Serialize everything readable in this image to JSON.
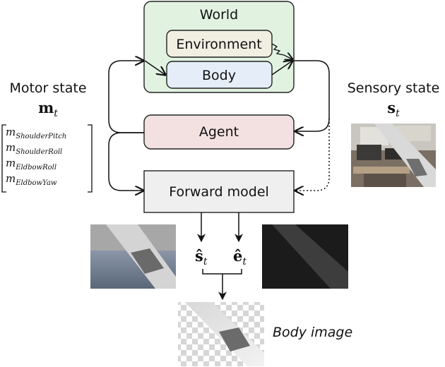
{
  "nodes": {
    "world": "World",
    "environment": "Environment",
    "body": "Body",
    "agent": "Agent",
    "forward_model": "Forward model"
  },
  "motor": {
    "title": "Motor state",
    "symbol_base": "m",
    "symbol_sub": "t",
    "components": [
      {
        "base": "m",
        "sub": "ShoulderPitch"
      },
      {
        "base": "m",
        "sub": "ShoulderRoll"
      },
      {
        "base": "m",
        "sub": "EldbowRoll"
      },
      {
        "base": "m",
        "sub": "EldbowYaw"
      }
    ]
  },
  "sensory": {
    "title": "Sensory state",
    "symbol_base": "s",
    "symbol_sub": "t"
  },
  "outputs": {
    "s_hat": {
      "base": "ŝ",
      "sub": "t"
    },
    "e_hat": {
      "base": "ê",
      "sub": "t"
    }
  },
  "body_image_label": "Body image",
  "colors": {
    "world_fill": "#e1f2e1",
    "environment_fill": "#f1eee2",
    "body_fill": "#e5eef8",
    "agent_fill": "#f3e0e0",
    "forward_fill": "#efefef"
  }
}
